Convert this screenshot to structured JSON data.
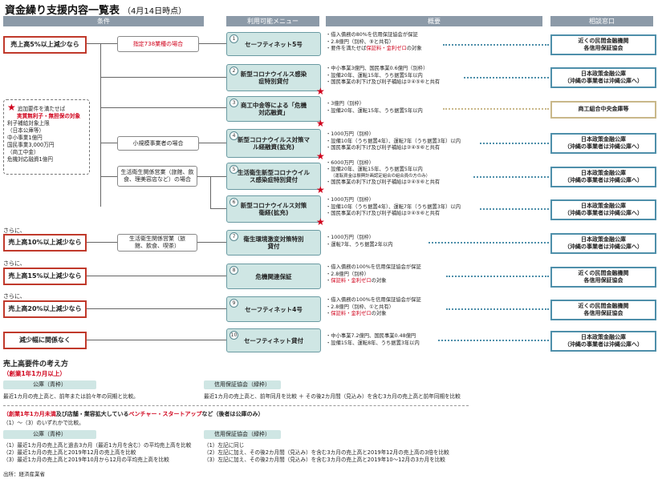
{
  "title": "資金繰り支援内容一覧表",
  "title_sub": "（4月14日時点）",
  "headers": {
    "cond": "条件",
    "menu": "利用可能メニュー",
    "overview": "概要",
    "contact": "相談窓口"
  },
  "conditions": {
    "c1": "売上高5%以上減少なら",
    "c7_pre": "さらに、",
    "c7": "売上高10%以上減少なら",
    "c8_pre": "さらに、",
    "c8": "売上高15%以上減少なら",
    "c9_pre": "さらに、",
    "c9": "売上高20%以上減少なら",
    "c10": "減少幅に関係なく"
  },
  "subconds": {
    "s1": "指定738業種の場合",
    "s4": "小規模事業者の場合",
    "s5": "生活衛生関係営業（旅館、飲食、理美容店など）の場合",
    "s7": "生活衛生関係営業（旅館、飲食、喫茶）"
  },
  "note": {
    "l1": "追加要件を満たせば",
    "l2": "実質無利子・無担保の対象",
    "l3": "利子補給対象上限",
    "l4": "（日本公庫等）",
    "l5": "中小事業1億円",
    "l6": "国民事業3,000万円",
    "l7": "（商工中金）",
    "l8": "危機対応融資1億円"
  },
  "menus": [
    {
      "num": "1",
      "name": "セーフティネット5号"
    },
    {
      "num": "2",
      "name": "新型コロナウイルス感染症特別貸付"
    },
    {
      "num": "3",
      "name": "商工中金等による「危機対応融資」"
    },
    {
      "num": "4",
      "name": "新型コロナウイルス対策マル経融資(拡充)"
    },
    {
      "num": "5",
      "name": "生活衛生新型コロナウイルス感染症特別貸付"
    },
    {
      "num": "6",
      "name": "新型コロナウイルス対策衛経(拡充)"
    },
    {
      "num": "7",
      "name": "衛生環境激変対策特別貸付"
    },
    {
      "num": "8",
      "name": "危機関連保証"
    },
    {
      "num": "9",
      "name": "セーフティネット4号"
    },
    {
      "num": "10",
      "name": "セーフティネット貸付"
    }
  ],
  "overviews": {
    "o1": [
      "・借入債務の80%を信用保証協会が保証",
      "・2.8億円（別枠、⑨と共有）",
      "・要件を満たせば保証料・金利ゼロの対象"
    ],
    "o2": [
      "・中小事業3億円、国民事業0.6億円（別枠）",
      "・設備20年、運転15年、うち据置5年以内",
      "・国民事業の利下げ及び利子補給は②④⑤⑥と共有"
    ],
    "o3": [
      "・3億円（別枠）",
      "・設備20年、運転15年、うち据置5年以内"
    ],
    "o4": [
      "・1000万円（別枠）",
      "・設備10年（うち据置4年）、運転7年（うち据置3年）以内",
      "・国民事業の利下げ及び利子補給は②④⑤⑥と共有"
    ],
    "o5": [
      "・6000万円（別枠）",
      "・設備20年、運転15年、うち据置5年以内",
      "（運転資金は振興計画認定組合の組合員の方のみ）",
      "・国民事業の利下げ及び利子補給は②④⑤⑥と共有"
    ],
    "o6": [
      "・1000万円（別枠）",
      "・設備10年（うち据置4年）、運転7年（うち据置3年）以内",
      "・国民事業の利下げ及び利子補給は②④⑤⑥と共有"
    ],
    "o7": [
      "・1000万円（別枠）",
      "・運転7年、うち据置2年以内"
    ],
    "o8": [
      "・借入債務の100%を信用保証協会が保証",
      "・2.8億円（別枠）",
      "・保証料・金利ゼロの対象"
    ],
    "o9": [
      "・借入債務の100%を信用保証協会が保証",
      "・2.8億円（別枠、①と共有）",
      "・保証料・金利ゼロの対象"
    ],
    "o10": [
      "・中小事業7.2億円、国民事業0.48億円",
      "・設備15年、運転8年、うち据置3年以内"
    ]
  },
  "contacts": {
    "k1": "近くの民間金融機関\n各信用保証協会",
    "k2": "日本政策金融公庫\n（沖縄の事業者は沖縄公庫へ）",
    "k3": "商工組合中央金庫等",
    "k4": "日本政策金融公庫\n（沖縄の事業者は沖縄公庫へ）",
    "k5": "日本政策金融公庫\n（沖縄の事業者は沖縄公庫へ）",
    "k6": "日本政策金融公庫\n（沖縄の事業者は沖縄公庫へ）",
    "k7": "日本政策金融公庫\n（沖縄の事業者は沖縄公庫へ）",
    "k8": "近くの民間金融機関\n各信用保証協会",
    "k9": "近くの民間金融機関\n各信用保証協会",
    "k10": "日本政策金融公庫\n（沖縄の事業者は沖縄公庫へ）"
  },
  "bottom": {
    "heading": "売上高要件の考え方",
    "sub1": "（創業1年1カ月以上）",
    "pub": "公庫（青枠）",
    "cred": "信用保証協会（緑枠）",
    "pub_text1": "最近1カ月の売上高と、前年または前々年の同期と比較。",
    "cred_text1": "最近1カ月の売上高と、前年同月を比較 ＋ その後2カ月間（見込み）を含む3カ月の売上高と前年同期を比較",
    "sub2_a": "（創業1年1カ月未満",
    "sub2_b": "及び店舗・業容拡大している",
    "sub2_c": "ベンチャー・スタートアップ",
    "sub2_d": "など（後者は公庫のみ）",
    "sub2_e": "（1）〜（3）のいずれかで比較。",
    "pub_list": [
      "（1）最近1カ月の売上高と過去3カ月（最近1カ月を含む）の平均売上高を比較",
      "（2）最近1カ月の売上高と2019年12月の売上高を比較",
      "（3）最近1カ月の売上高と2019年10月から12月の平均売上高を比較"
    ],
    "cred_list": [
      "（1）左記に同じ",
      "（2）左記に加え、その後2カ月間（見込み）を含む3カ月の売上高と2019年12月の売上高の3倍を比較",
      "（3）左記に加え、その後2カ月間（見込み）を含む3カ月の売上高と2019年10〜12月の3カ月を比較"
    ],
    "source": "出所：経済産業省"
  }
}
